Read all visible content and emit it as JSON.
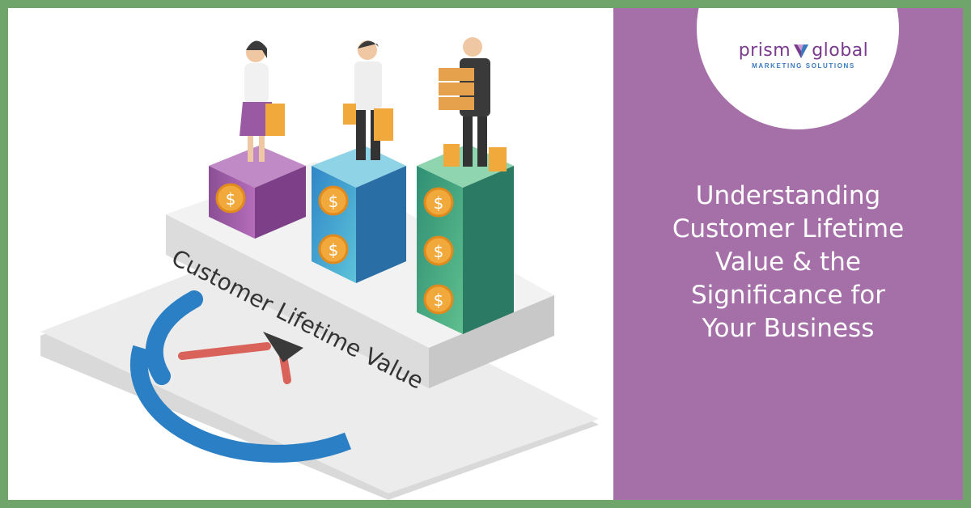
{
  "brand": {
    "name_part1": "prism",
    "name_part2": "global",
    "tagline": "MARKETING SOLUTIONS",
    "logo_icon": "prism-triangle-icon"
  },
  "headline": "Understanding\nCustomer Lifetime\nValue & the\nSignificance for\nYour Business",
  "illustration": {
    "platform_label": "Customer Lifetime Value",
    "coin_symbol": "$"
  },
  "colors": {
    "border": "#6fa56b",
    "panel": "#a56fa8",
    "brand_purple": "#7a3b8d",
    "brand_blue": "#3a7bbf",
    "gauge_blue": "#2b7fc4",
    "needle_red": "#d9635a",
    "pillar_purple": "#9a5aa3",
    "pillar_blue": "#3d9fd4",
    "pillar_green": "#4aa98a",
    "coin_gold": "#f2a93b"
  }
}
